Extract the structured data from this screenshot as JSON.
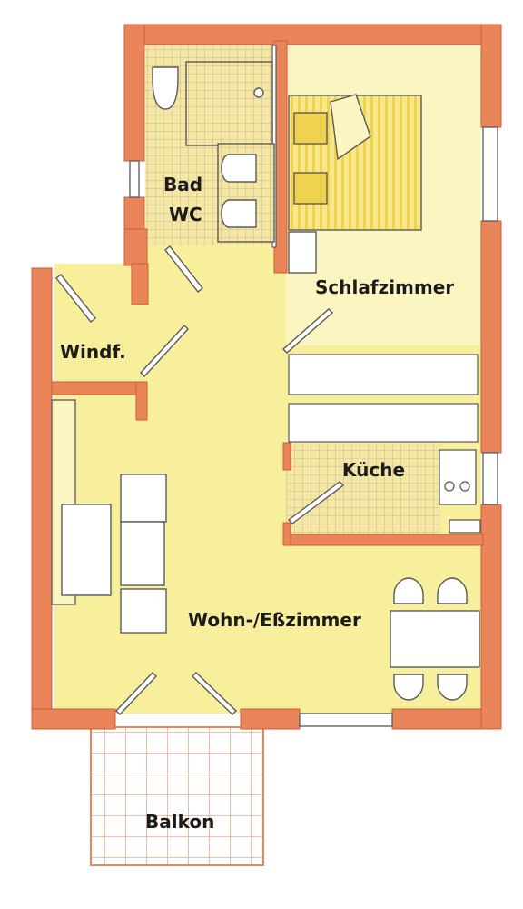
{
  "colors": {
    "wall": "#e98558",
    "wall_dark": "#c85f3a",
    "floor": "#f8ef9c",
    "floor_light": "#fbf5c2",
    "tile": "#f3e7a4",
    "tile_line": "#d3a58a",
    "bed": "#f6e27e",
    "pillow": "#efd34f",
    "furniture_stroke": "#5a5a5a",
    "balcony_tile": "#ffffff"
  },
  "rooms": {
    "bad_line1": "Bad",
    "bad_line2": "WC",
    "schlafzimmer": "Schlafzimmer",
    "windfang": "Windf.",
    "kueche": "Küche",
    "wohn_ess": "Wohn-/Eßzimmer",
    "balkon": "Balkon"
  }
}
